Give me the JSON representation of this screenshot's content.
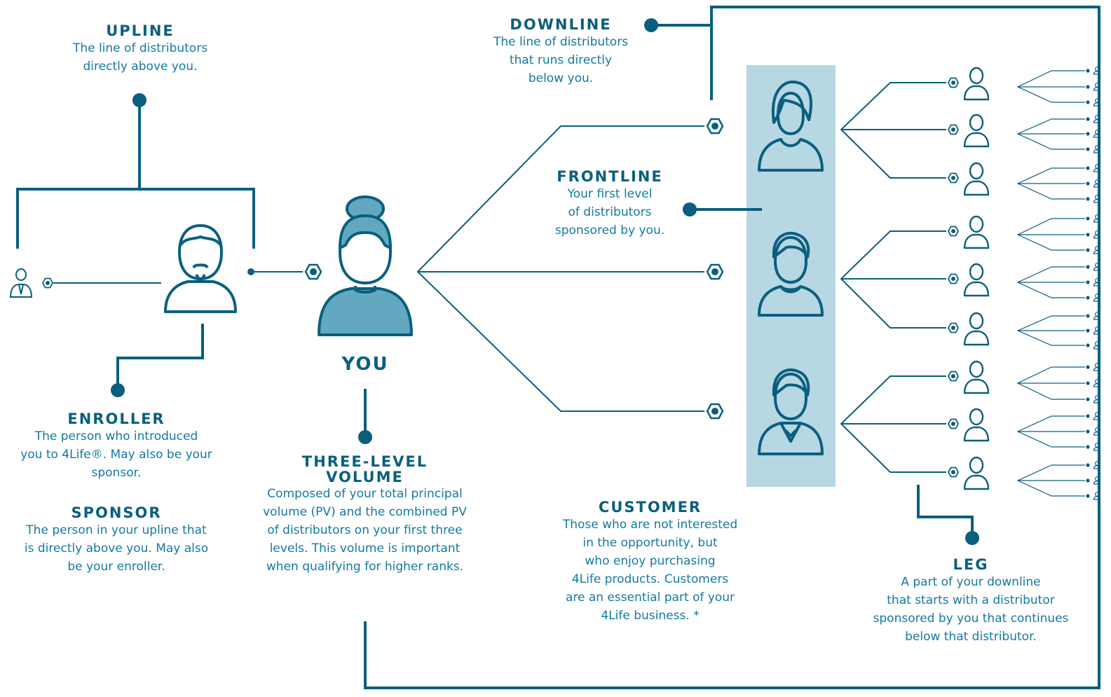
{
  "colors": {
    "line": "#0a5f7e",
    "text": "#1479a0",
    "title": "#0a5f7e",
    "you_fill": "#62a8c0",
    "frontline_band": "#b7d7e3",
    "background": "#ffffff"
  },
  "upline": {
    "title": "UPLINE",
    "lines": [
      "The line of distributors",
      "directly above you."
    ]
  },
  "downline": {
    "title": "DOWNLINE",
    "lines": [
      "The line of distributors",
      "that runs directly",
      "below you."
    ]
  },
  "frontline": {
    "title": "FRONTLINE",
    "lines": [
      "Your first level",
      "of distributors",
      "sponsored by you."
    ]
  },
  "you": {
    "title": "YOU"
  },
  "enroller": {
    "title": "ENROLLER",
    "lines": [
      "The person who introduced",
      "you to 4Life®. May also be your",
      "sponsor."
    ]
  },
  "sponsor": {
    "title": "SPONSOR",
    "lines": [
      "The person in your upline that",
      "is directly above you. May also",
      "be your enroller."
    ]
  },
  "three_level_volume": {
    "title_lines": [
      "THREE-LEVEL",
      "VOLUME"
    ],
    "lines": [
      "Composed of your total principal",
      "volume (PV) and the combined PV",
      "of distributors on your first three",
      "levels. This volume is important",
      "when qualifying for higher ranks."
    ]
  },
  "customer": {
    "title": "CUSTOMER",
    "lines": [
      "Those who are not interested",
      "in the opportunity, but",
      "who enjoy purchasing",
      "4Life products. Customers",
      "are an essential part of your",
      "4Life business. *"
    ]
  },
  "leg": {
    "title": "LEG",
    "lines": [
      "A part of your downline",
      "that starts with a distributor",
      "sponsored by you that continues",
      "below that distributor."
    ]
  },
  "icons": {
    "upline_person": "person-tie-icon",
    "enroller": "bearded-man-icon",
    "you": "woman-bun-icon",
    "frontline": [
      "woman-icon",
      "man-icon",
      "man-suit-icon"
    ],
    "second_level": [
      "woman-icon",
      "man-icon",
      "man-icon",
      "bearded-man-icon",
      "man-tie-icon",
      "woman-long-hair-icon",
      "man-icon",
      "bearded-man-icon",
      "man-glasses-icon"
    ],
    "connector": "hexagon-node-icon"
  }
}
